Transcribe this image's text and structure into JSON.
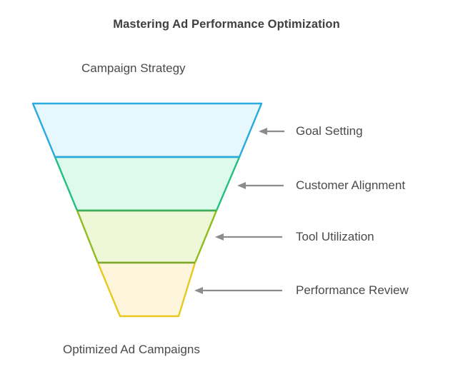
{
  "title": "Mastering Ad Performance Optimization",
  "captions": {
    "top": "Campaign Strategy",
    "bottom": "Optimized Ad Campaigns"
  },
  "chart_data": {
    "type": "funnel",
    "title": "Mastering Ad Performance Optimization",
    "top_caption": "Campaign Strategy",
    "bottom_caption": "Optimized Ad Campaigns",
    "orientation": "vertical-inverted",
    "legend": "none",
    "grid": false,
    "stages": [
      {
        "label": "Goal Setting",
        "index": 1,
        "top_width": 320,
        "bottom_width": 258,
        "fill": "#e6f7fd",
        "stroke": "#29abe2"
      },
      {
        "label": "Customer Alignment",
        "index": 2,
        "top_width": 258,
        "bottom_width": 195,
        "fill": "#ddfaec",
        "stroke": "#22c07e"
      },
      {
        "label": "Tool Utilization",
        "index": 3,
        "top_width": 195,
        "bottom_width": 136,
        "fill": "#eef8d8",
        "stroke": "#8fbc20"
      },
      {
        "label": "Performance Review",
        "index": 4,
        "top_width": 136,
        "bottom_width": 82,
        "fill": "#fdf6dc",
        "stroke": "#e8c81e"
      }
    ],
    "colors": {
      "text": "#4a4a4a",
      "title": "#3f3f3f",
      "arrow": "#8c8c8c",
      "background": "#ffffff"
    }
  },
  "arrows": [
    {
      "name": "arrow-goal-setting"
    },
    {
      "name": "arrow-customer-alignment"
    },
    {
      "name": "arrow-tool-utilization"
    },
    {
      "name": "arrow-performance-review"
    }
  ]
}
